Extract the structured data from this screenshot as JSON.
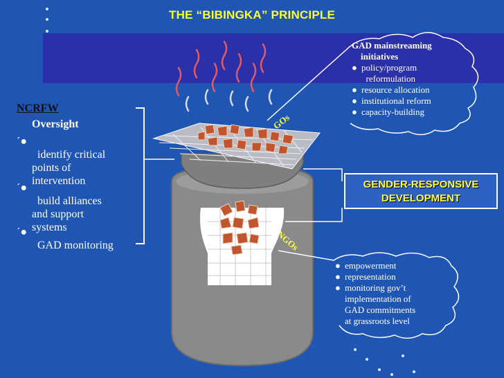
{
  "title": "THE “BIBINGKA” PRINCIPLE",
  "ncrfw": {
    "title": "NCRFW",
    "subtitle": "Oversight",
    "items": [
      "identify critical\npoints of\nintervention",
      "build alliances\nand support\nsystems",
      "GAD monitoring"
    ]
  },
  "gos_label": "GOs",
  "ngos_label": "NGOs",
  "gad": {
    "heading_line1": "GAD mainstreaming",
    "heading_line2": "initiatives",
    "items": [
      "policy/program\n  reformulation",
      "resource allocation",
      "institutional reform",
      "capacity-building"
    ]
  },
  "grd": {
    "line1": "GENDER-RESPONSIVE",
    "line2": "DEVELOPMENT"
  },
  "ngo_items": [
    "empowerment",
    "representation",
    "monitoring gov’t\nimplementation of\nGAD commitments\nat grassroots level"
  ],
  "colors": {
    "background": "#1f56b3",
    "banner": "#2b2fa8",
    "title": "#ffff33",
    "stove": "#8a8a8a",
    "ember": "#c0562f",
    "grill": "#b9bcc4"
  }
}
